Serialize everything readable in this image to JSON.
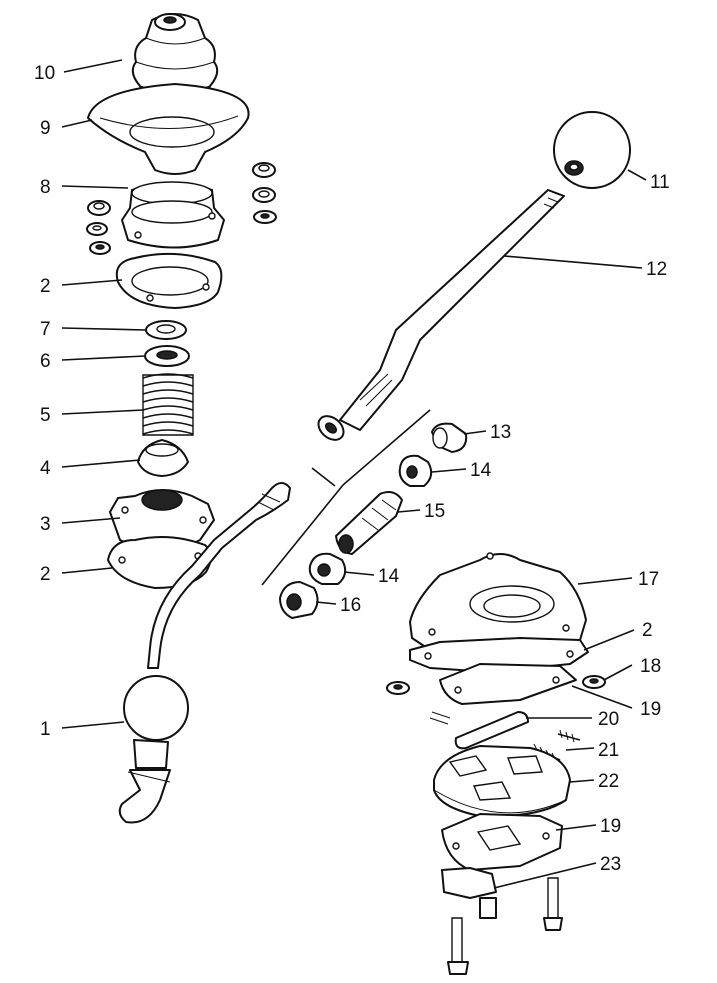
{
  "callouts": {
    "n1": "1",
    "n2a": "2",
    "n2b": "2",
    "n2c": "2",
    "n3": "3",
    "n4": "4",
    "n5": "5",
    "n6": "6",
    "n7": "7",
    "n8": "8",
    "n9": "9",
    "n10": "10",
    "n11": "11",
    "n12": "12",
    "n13": "13",
    "n14a": "14",
    "n14b": "14",
    "n15": "15",
    "n16": "16",
    "n17": "17",
    "n18": "18",
    "n19a": "19",
    "n19b": "19",
    "n20": "20",
    "n21": "21",
    "n22": "22",
    "n23": "23"
  }
}
